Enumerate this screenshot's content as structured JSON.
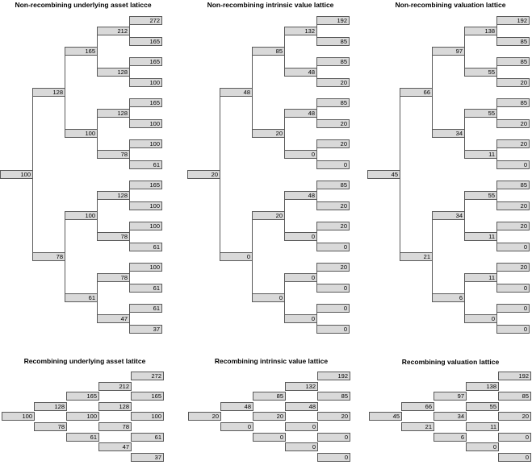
{
  "figure": {
    "background": "#ffffff",
    "node_fill": "#d9d9d9",
    "node_border": "#595959",
    "text_color": "#000000"
  },
  "lattices": {
    "non_recombining": [
      {
        "id": "non-recombining-underlying-asset",
        "title": "Non-recombining underlying asset laticce",
        "levels": [
          [
            100
          ],
          [
            128,
            78
          ],
          [
            165,
            100,
            100,
            61
          ],
          [
            212,
            128,
            128,
            78,
            128,
            78,
            78,
            47
          ],
          [
            272,
            165,
            165,
            100,
            165,
            100,
            100,
            61,
            165,
            100,
            100,
            61,
            100,
            61,
            61,
            37
          ]
        ]
      },
      {
        "id": "non-recombining-intrinsic-value",
        "title": "Non-recombining intrinsic value lattice",
        "levels": [
          [
            20
          ],
          [
            48,
            0
          ],
          [
            85,
            20,
            20,
            0
          ],
          [
            132,
            48,
            48,
            0,
            48,
            0,
            0,
            0
          ],
          [
            192,
            85,
            85,
            20,
            85,
            20,
            20,
            0,
            85,
            20,
            20,
            0,
            20,
            0,
            0,
            0
          ]
        ]
      },
      {
        "id": "non-recombining-valuation",
        "title": "Non-recombining valuation lattice",
        "levels": [
          [
            45
          ],
          [
            66,
            21
          ],
          [
            97,
            34,
            34,
            6
          ],
          [
            138,
            55,
            55,
            11,
            55,
            11,
            11,
            0
          ],
          [
            192,
            85,
            85,
            20,
            85,
            20,
            20,
            0,
            85,
            20,
            20,
            0,
            20,
            0,
            0,
            0
          ]
        ]
      }
    ],
    "recombining": [
      {
        "id": "recombining-underlying-asset",
        "title": "Recombining underlying asset latitce",
        "columns": [
          [
            100
          ],
          [
            128,
            78
          ],
          [
            165,
            100,
            61
          ],
          [
            212,
            128,
            78,
            47
          ],
          [
            272,
            165,
            100,
            61,
            37
          ]
        ]
      },
      {
        "id": "recombining-intrinsic-value",
        "title": "Recombining intrinsic value lattice",
        "columns": [
          [
            20
          ],
          [
            48,
            0
          ],
          [
            85,
            20,
            0
          ],
          [
            132,
            48,
            0,
            0
          ],
          [
            192,
            85,
            20,
            0,
            0
          ]
        ]
      },
      {
        "id": "recombining-valuation",
        "title": "Recombining valuation lattice",
        "columns": [
          [
            45
          ],
          [
            66,
            21
          ],
          [
            97,
            34,
            6
          ],
          [
            138,
            55,
            11,
            0
          ],
          [
            192,
            85,
            20,
            0,
            0
          ]
        ]
      }
    ]
  }
}
